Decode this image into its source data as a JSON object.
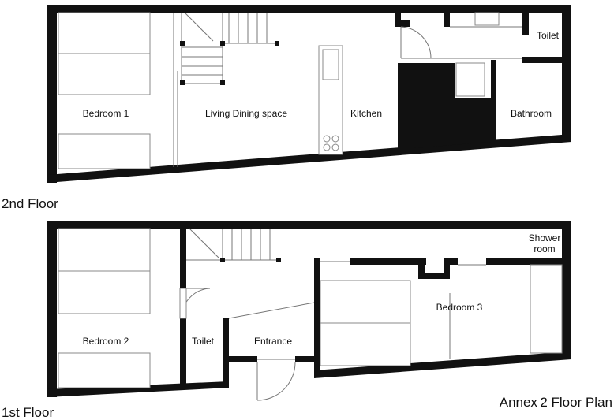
{
  "plan_title": "Annex 2  Floor Plan",
  "floors": [
    {
      "name": "2nd Floor",
      "rooms": [
        "Bedroom 1",
        "Living Dining space",
        "Kitchen",
        "Toilet",
        "Bathroom"
      ]
    },
    {
      "name": "1st Floor",
      "rooms": [
        "Bedroom 2",
        "Toilet",
        "Entrance",
        "Bedroom 3",
        "Shower",
        "room"
      ]
    }
  ]
}
